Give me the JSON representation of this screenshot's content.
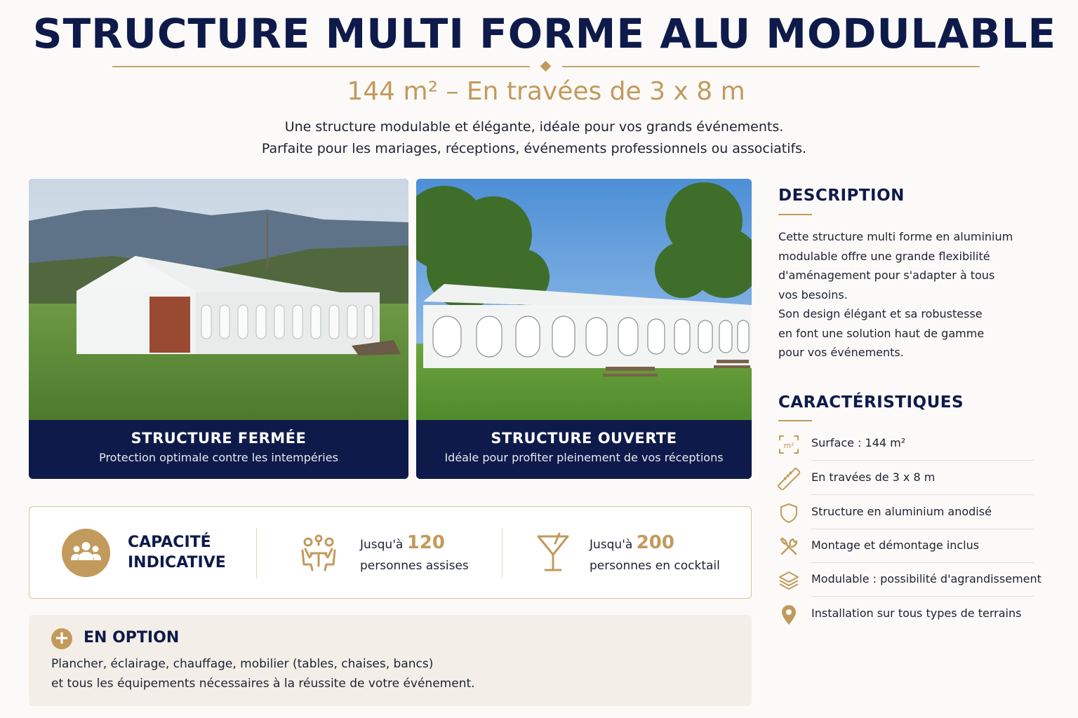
{
  "header": {
    "title": "STRUCTURE MULTI FORME ALU MODULABLE",
    "subtitle": "144 m² – En travées de 3 x 8 m",
    "intro_line1": "Une structure modulable et élégante, idéale pour vos grands événements.",
    "intro_line2": "Parfaite pour les mariages, réceptions, événements professionnels ou associatifs."
  },
  "cards": [
    {
      "title": "STRUCTURE FERMÉE",
      "subtitle": "Protection optimale contre les intempéries"
    },
    {
      "title": "STRUCTURE OUVERTE",
      "subtitle": "Idéale pour profiter pleinement de vos réceptions"
    }
  ],
  "capacity": {
    "label_line1": "CAPACITÉ",
    "label_line2": "INDICATIVE",
    "seated": {
      "prefix": "Jusqu'à",
      "number": "120",
      "suffix": "personnes assises",
      "icon": "seated-people-icon"
    },
    "cocktail": {
      "prefix": "Jusqu'à",
      "number": "200",
      "suffix": "personnes en cocktail",
      "icon": "cocktail-glass-icon"
    }
  },
  "option": {
    "title": "EN OPTION",
    "line1": "Plancher, éclairage, chauffage, mobilier (tables, chaises, bancs)",
    "line2": "et tous les équipements nécessaires à la réussite de votre événement."
  },
  "description": {
    "title": "DESCRIPTION",
    "lines": [
      "Cette structure multi forme en aluminium",
      "modulable offre une grande flexibilité",
      "d'aménagement pour s'adapter à tous",
      "vos besoins.",
      "Son design élégant et sa robustesse",
      "en font une solution haut de gamme",
      "pour vos événements."
    ]
  },
  "features": {
    "title": "CARACTÉRISTIQUES",
    "items": [
      {
        "icon": "area-m2-icon",
        "label": "Surface : 144 m²"
      },
      {
        "icon": "ruler-icon",
        "label": "En travées de 3 x 8 m"
      },
      {
        "icon": "shield-icon",
        "label": "Structure en aluminium anodisé"
      },
      {
        "icon": "tools-icon",
        "label": "Montage et démontage inclus"
      },
      {
        "icon": "layers-icon",
        "label": "Modulable : possibilité d'agrandissement"
      },
      {
        "icon": "location-pin-icon",
        "label": "Installation sur tous types de terrains"
      }
    ]
  },
  "colors": {
    "navy": "#0e1a4a",
    "gold": "#c29a5c"
  }
}
